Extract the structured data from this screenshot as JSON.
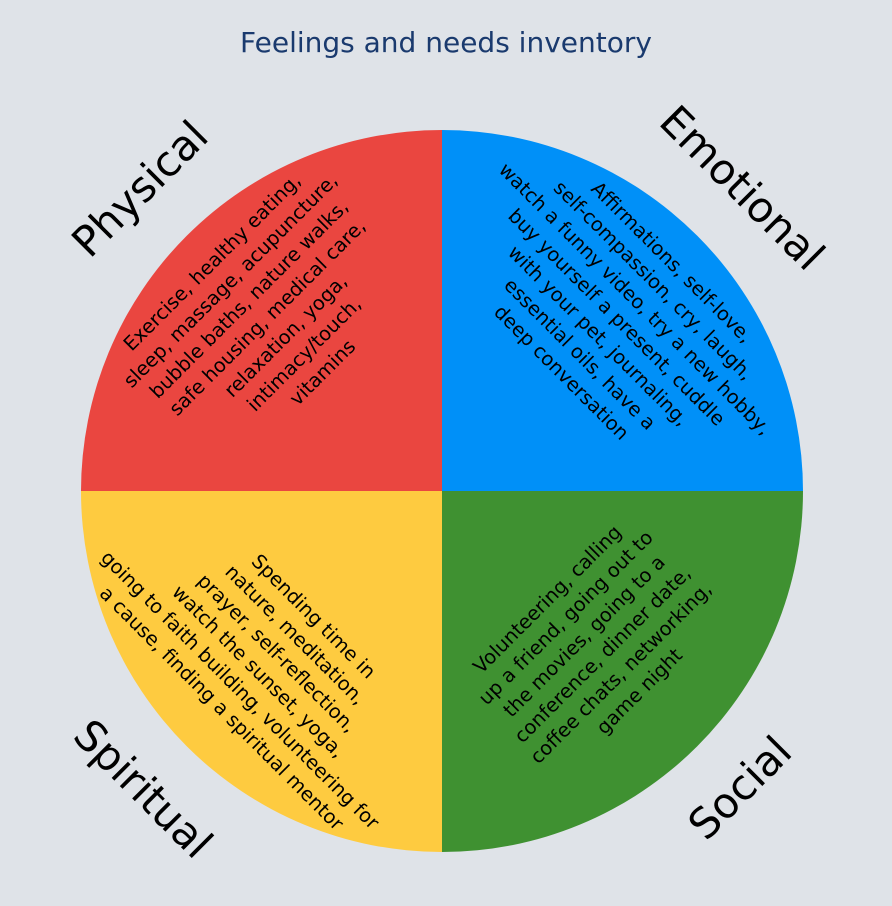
{
  "title": "Feelings and needs inventory",
  "quadrants": [
    {
      "key": "physical",
      "label": "Physical",
      "color": "#ea4640",
      "lines": [
        "Exercise, healthy eating,",
        "sleep, massage, acupuncture,",
        "bubble baths, nature walks,",
        "safe housing, medical care,",
        "relaxation, yoga,",
        "intimacy/touch,",
        "vitamins"
      ]
    },
    {
      "key": "emotional",
      "label": "Emotional",
      "color": "#0090f8",
      "lines": [
        "Affirmations, self-love,",
        "self-compassion, cry, laugh,",
        "watch a funny video, try a new hobby,",
        "buy yourself a present, cuddle",
        "with your pet, journaling,",
        "essential oils, have a",
        "deep conversation"
      ]
    },
    {
      "key": "spiritual",
      "label": "Spiritual",
      "color": "#fecb40",
      "lines": [
        "Spending time in",
        "nature, meditation,",
        "prayer, self-reflection,",
        "watch the sunset, yoga,",
        "going to faith building, volunteering for",
        "a cause, finding a spiritual mentor"
      ]
    },
    {
      "key": "social",
      "label": "Social",
      "color": "#3f9131",
      "lines": [
        "Volunteering, calling",
        "up a friend, going out to",
        "the movies, going to a",
        "conference, dinner date,",
        "coffee chats, networking,",
        "game night"
      ]
    }
  ]
}
